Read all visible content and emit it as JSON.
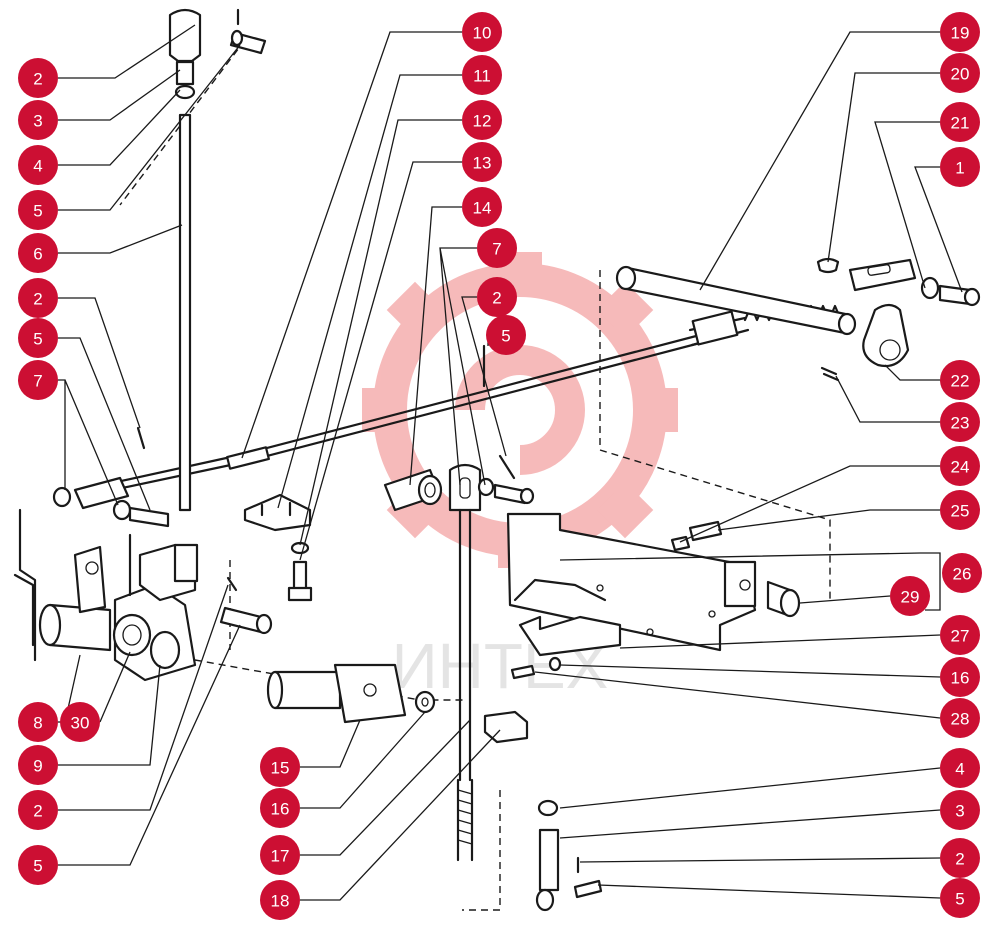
{
  "watermark": {
    "text": "ИНТЕХ",
    "color": "#f6b3b3"
  },
  "colors": {
    "badge": "#cc0f33",
    "badge_text": "#ffffff",
    "line": "#1a1a1a"
  },
  "callouts": [
    {
      "id": "c2-a",
      "label": "2"
    },
    {
      "id": "c3-a",
      "label": "3"
    },
    {
      "id": "c4-a",
      "label": "4"
    },
    {
      "id": "c5-a",
      "label": "5"
    },
    {
      "id": "c6",
      "label": "6"
    },
    {
      "id": "c2-b",
      "label": "2"
    },
    {
      "id": "c5-b",
      "label": "5"
    },
    {
      "id": "c7-a",
      "label": "7"
    },
    {
      "id": "c8",
      "label": "8"
    },
    {
      "id": "c30",
      "label": "30"
    },
    {
      "id": "c9",
      "label": "9"
    },
    {
      "id": "c2-c",
      "label": "2"
    },
    {
      "id": "c5-c",
      "label": "5"
    },
    {
      "id": "c10",
      "label": "10"
    },
    {
      "id": "c11",
      "label": "11"
    },
    {
      "id": "c12",
      "label": "12"
    },
    {
      "id": "c13",
      "label": "13"
    },
    {
      "id": "c14",
      "label": "14"
    },
    {
      "id": "c7-b",
      "label": "7"
    },
    {
      "id": "c2-d",
      "label": "2"
    },
    {
      "id": "c5-d",
      "label": "5"
    },
    {
      "id": "c15",
      "label": "15"
    },
    {
      "id": "c16-a",
      "label": "16"
    },
    {
      "id": "c17",
      "label": "17"
    },
    {
      "id": "c18",
      "label": "18"
    },
    {
      "id": "c19",
      "label": "19"
    },
    {
      "id": "c20",
      "label": "20"
    },
    {
      "id": "c21",
      "label": "21"
    },
    {
      "id": "c1",
      "label": "1"
    },
    {
      "id": "c22",
      "label": "22"
    },
    {
      "id": "c23",
      "label": "23"
    },
    {
      "id": "c24",
      "label": "24"
    },
    {
      "id": "c25",
      "label": "25"
    },
    {
      "id": "c26",
      "label": "26"
    },
    {
      "id": "c29",
      "label": "29"
    },
    {
      "id": "c27",
      "label": "27"
    },
    {
      "id": "c16-b",
      "label": "16"
    },
    {
      "id": "c28",
      "label": "28"
    },
    {
      "id": "c4-b",
      "label": "4"
    },
    {
      "id": "c3-b",
      "label": "3"
    },
    {
      "id": "c2-e",
      "label": "2"
    },
    {
      "id": "c5-e",
      "label": "5"
    }
  ]
}
